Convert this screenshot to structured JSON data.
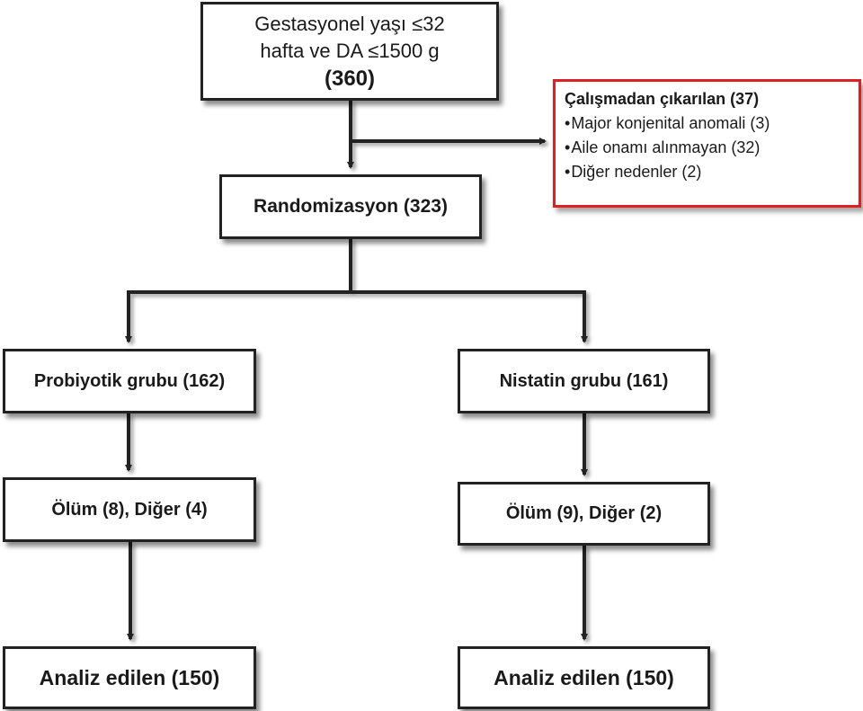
{
  "top_box": {
    "line1": "Gestasyonel yaşı ≤32",
    "line2": "hafta ve DA ≤1500 g",
    "count": "(360)"
  },
  "randomization": {
    "label": "Randomizasyon (323)"
  },
  "exclusion": {
    "title": "Çalışmadan çıkarılan (37)",
    "items": [
      "Major konjenital anomali (3)",
      "Aile onamı alınmayan (32)",
      "Diğer nedenler (2)"
    ]
  },
  "left_arm": {
    "group": "Probiyotik grubu (162)",
    "loss": "Ölüm (8), Diğer (4)",
    "analyzed": "Analiz edilen (150)"
  },
  "right_arm": {
    "group": "Nistatin grubu (161)",
    "loss": "Ölüm (9), Diğer (2)",
    "analyzed": "Analiz edilen (150)"
  },
  "colors": {
    "box_border": "#222222",
    "exclusion_border": "#e02020",
    "connector": "#222222"
  }
}
